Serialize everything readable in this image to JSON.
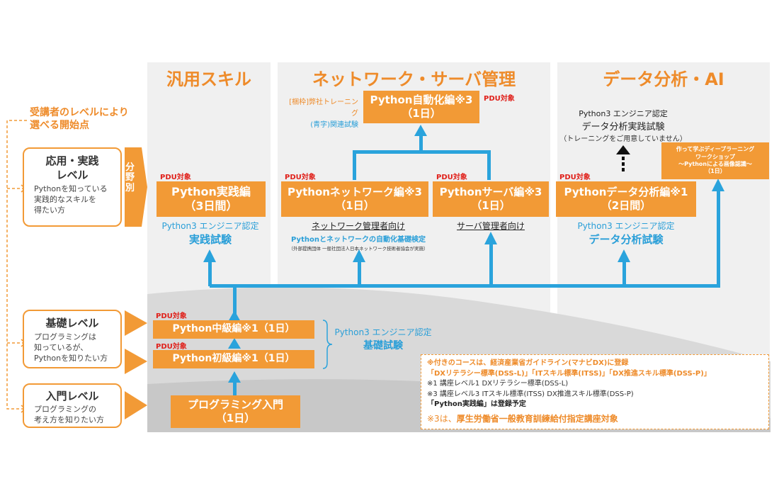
{
  "columns": {
    "general": "汎用スキル",
    "network": "ネットワーク・サーバ管理",
    "data": "データ分析・AI"
  },
  "left": {
    "start_note": "受講者のレベルにより\n選べる開始点",
    "bunyabetsu": "分野別",
    "levels": [
      {
        "title": "応用・実践\nレベル",
        "desc": "Pythonを知っている\n実践的なスキルを\n得たい方"
      },
      {
        "title": "基礎レベル",
        "desc": "プログラミングは\n知っているが、\nPythonを知りたい方"
      },
      {
        "title": "入門レベル",
        "desc": "プログラミングの\n考え方を知りたい方"
      }
    ]
  },
  "pdu": "PDU対象",
  "courses": {
    "automation": {
      "name": "Python自動化編※3",
      "days": "（1日）"
    },
    "jissen": {
      "name": "Python実践編",
      "days": "（3日間）"
    },
    "network": {
      "name": "Pythonネットワーク編※3",
      "days": "（1日）"
    },
    "server": {
      "name": "Pythonサーバ編※3",
      "days": "（1日）"
    },
    "data": {
      "name": "Pythonデータ分析編※1",
      "days": "（2日間）"
    },
    "chukyu": "Python中級編※1（1日）",
    "shokyu": "Python初級編※1（1日）",
    "intro": {
      "name": "プログラミング入門",
      "days": "（1日）"
    }
  },
  "notes": {
    "automation_side_1": "[梱枠]弊社トレーニング",
    "automation_side_2": "(青字)関連試験",
    "jissen_cert": "Python3 エンジニア認定",
    "jissen_exam": "実践試験",
    "network_target": "ネットワーク管理者向け",
    "network_exam": "Pythonとネットワークの自動化基礎検定",
    "network_exam_org": "（外部提携団体 一般社団法人日本ネットワーク技術者協会が実施）",
    "server_target": "サーバ管理者向け",
    "data_cert": "Python3 エンジニア認定",
    "data_exam": "データ分析試験",
    "data_practice_cert": "Python3 エンジニア認定",
    "data_practice_exam": "データ分析実践試験",
    "data_practice_note": "（トレーニングをご用意していません）",
    "workshop": "作って学ぶディープラーニング\nワークショップ\n～Pythonによる画像認識～\n（1日）",
    "basic_cert": "Python3 エンジニア認定",
    "basic_exam": "基礎試験"
  },
  "legend": {
    "line1": "※付きのコースは、経済産業省ガイドライン(マナビDX)に登録",
    "line2": "「DXリテラシー標準(DSS-L)」「ITスキル標準(ITSS)」「DX推進スキル標準(DSS-P)」",
    "line3": "※1 講座レベル1 DXリテラシー標準(DSS-L)",
    "line4": "※3 講座レベル3 ITスキル標準(ITSS) DX推進スキル標準(DSS-P)",
    "line5": "「Python実践編」は登録予定",
    "line6a": "※3は、",
    "line6b": "厚生労働省一般教育訓練給付指定講座対象"
  },
  "colors": {
    "orange": "#f29a36",
    "blue": "#2aa3dc",
    "red": "#e0201a",
    "panel": "#f0f0f0"
  }
}
